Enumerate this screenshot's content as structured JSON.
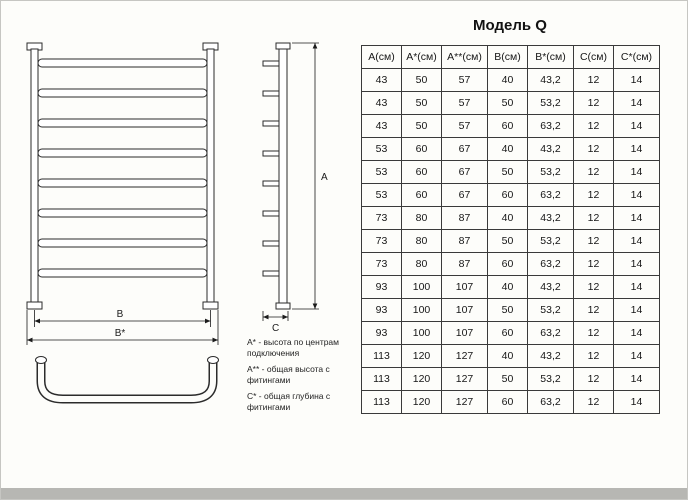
{
  "title": "Модель Q",
  "table": {
    "headers": [
      "А(см)",
      "А*(см)",
      "А**(см)",
      "В(см)",
      "В*(см)",
      "С(см)",
      "С*(см)"
    ],
    "rows": [
      [
        "43",
        "50",
        "57",
        "40",
        "43,2",
        "12",
        "14"
      ],
      [
        "43",
        "50",
        "57",
        "50",
        "53,2",
        "12",
        "14"
      ],
      [
        "43",
        "50",
        "57",
        "60",
        "63,2",
        "12",
        "14"
      ],
      [
        "53",
        "60",
        "67",
        "40",
        "43,2",
        "12",
        "14"
      ],
      [
        "53",
        "60",
        "67",
        "50",
        "53,2",
        "12",
        "14"
      ],
      [
        "53",
        "60",
        "67",
        "60",
        "63,2",
        "12",
        "14"
      ],
      [
        "73",
        "80",
        "87",
        "40",
        "43,2",
        "12",
        "14"
      ],
      [
        "73",
        "80",
        "87",
        "50",
        "53,2",
        "12",
        "14"
      ],
      [
        "73",
        "80",
        "87",
        "60",
        "63,2",
        "12",
        "14"
      ],
      [
        "93",
        "100",
        "107",
        "40",
        "43,2",
        "12",
        "14"
      ],
      [
        "93",
        "100",
        "107",
        "50",
        "53,2",
        "12",
        "14"
      ],
      [
        "93",
        "100",
        "107",
        "60",
        "63,2",
        "12",
        "14"
      ],
      [
        "113",
        "120",
        "127",
        "40",
        "43,2",
        "12",
        "14"
      ],
      [
        "113",
        "120",
        "127",
        "50",
        "53,2",
        "12",
        "14"
      ],
      [
        "113",
        "120",
        "127",
        "60",
        "63,2",
        "12",
        "14"
      ]
    ]
  },
  "legend": {
    "items": [
      "А* - высота по центрам\nподключения",
      "А** - общая высота с\nфитингами",
      "С* - общая глубина с\nфитингами"
    ]
  },
  "drawing": {
    "labels": {
      "width_centers": "В",
      "width_overall": "В*",
      "height": "А",
      "depth": "С"
    }
  }
}
